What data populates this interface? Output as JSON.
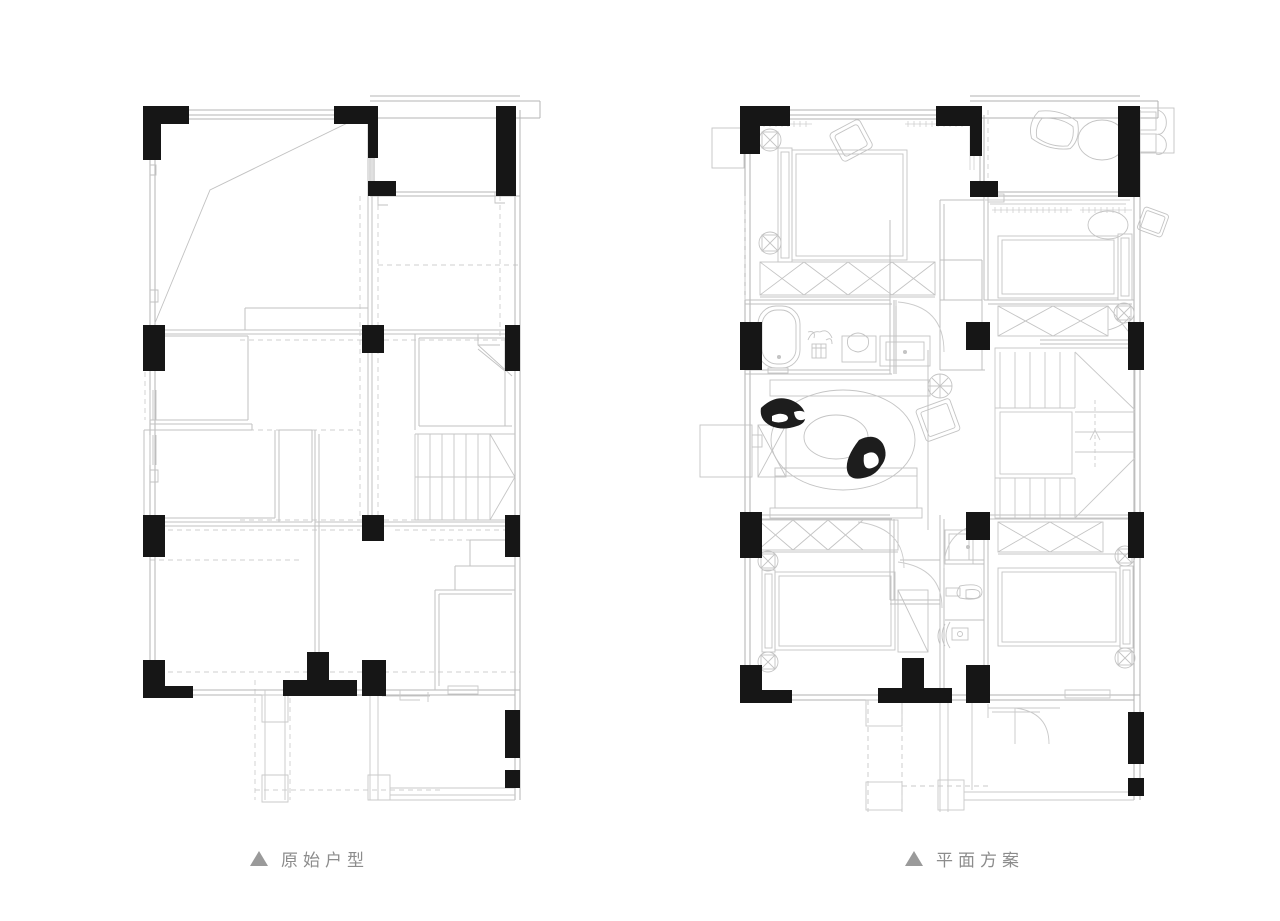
{
  "document": {
    "type": "architectural-floor-plan-comparison",
    "background_color": "#ffffff",
    "line_color": "#b9b9b9",
    "wall_color": "#7d7d7d",
    "column_color": "#1a1a1a",
    "furniture_color": "#c7c7c7",
    "accent_dark": "#1d1d1d",
    "caption_color": "#8c8c8c"
  },
  "captions": {
    "left": {
      "marker": "triangle-up-icon",
      "label": "原始户型"
    },
    "right": {
      "marker": "triangle-up-icon",
      "label": "平面方案"
    }
  },
  "plans": [
    {
      "id": "original",
      "title": "原始户型",
      "description": "Original unit layout showing structural shell, columns, stairs and bare partitions",
      "features": [
        "structural-columns",
        "exterior-walls",
        "interior-partitions",
        "staircase",
        "balcony-outline",
        "dashed-ceiling-grid"
      ]
    },
    {
      "id": "scheme",
      "title": "平面方案",
      "description": "Furnished floor plan scheme with four bedrooms, living room, bathrooms, terrace",
      "rooms": [
        {
          "name": "master-bedroom",
          "position": "top-left",
          "furniture": [
            "double-bed",
            "nightstand-lamp",
            "nightstand-lamp",
            "wardrobe",
            "accent-chair"
          ]
        },
        {
          "name": "roof-terrace",
          "position": "top-right",
          "furniture": [
            "lounge-chair",
            "round-table",
            "planter",
            "side-chair"
          ]
        },
        {
          "name": "bedroom-2",
          "position": "upper-right",
          "furniture": [
            "double-bed",
            "nightstand-lamp",
            "round-table",
            "wardrobe",
            "chair"
          ]
        },
        {
          "name": "master-bathroom",
          "position": "mid-left",
          "furniture": [
            "bathtub",
            "toilet",
            "vanity-sink",
            "mirror",
            "plant"
          ]
        },
        {
          "name": "living-room",
          "position": "center",
          "furniture": [
            "circular-rug",
            "sofa",
            "accent-chair",
            "accent-chair",
            "side-table",
            "console"
          ]
        },
        {
          "name": "stairwell",
          "position": "mid-right",
          "furniture": [
            "switchback-stair",
            "handrail"
          ]
        },
        {
          "name": "bedroom-3",
          "position": "bottom-left",
          "furniture": [
            "double-bed",
            "nightstand-lamp",
            "nightstand-lamp",
            "wardrobe"
          ]
        },
        {
          "name": "bedroom-4",
          "position": "bottom-right",
          "furniture": [
            "double-bed",
            "nightstand-lamp",
            "nightstand-lamp",
            "wardrobe"
          ]
        },
        {
          "name": "guest-bathroom",
          "position": "bottom-center",
          "furniture": [
            "toilet",
            "sink",
            "mirror"
          ]
        },
        {
          "name": "terrace",
          "position": "bottom",
          "furniture": [
            "door-swing"
          ]
        }
      ]
    }
  ]
}
